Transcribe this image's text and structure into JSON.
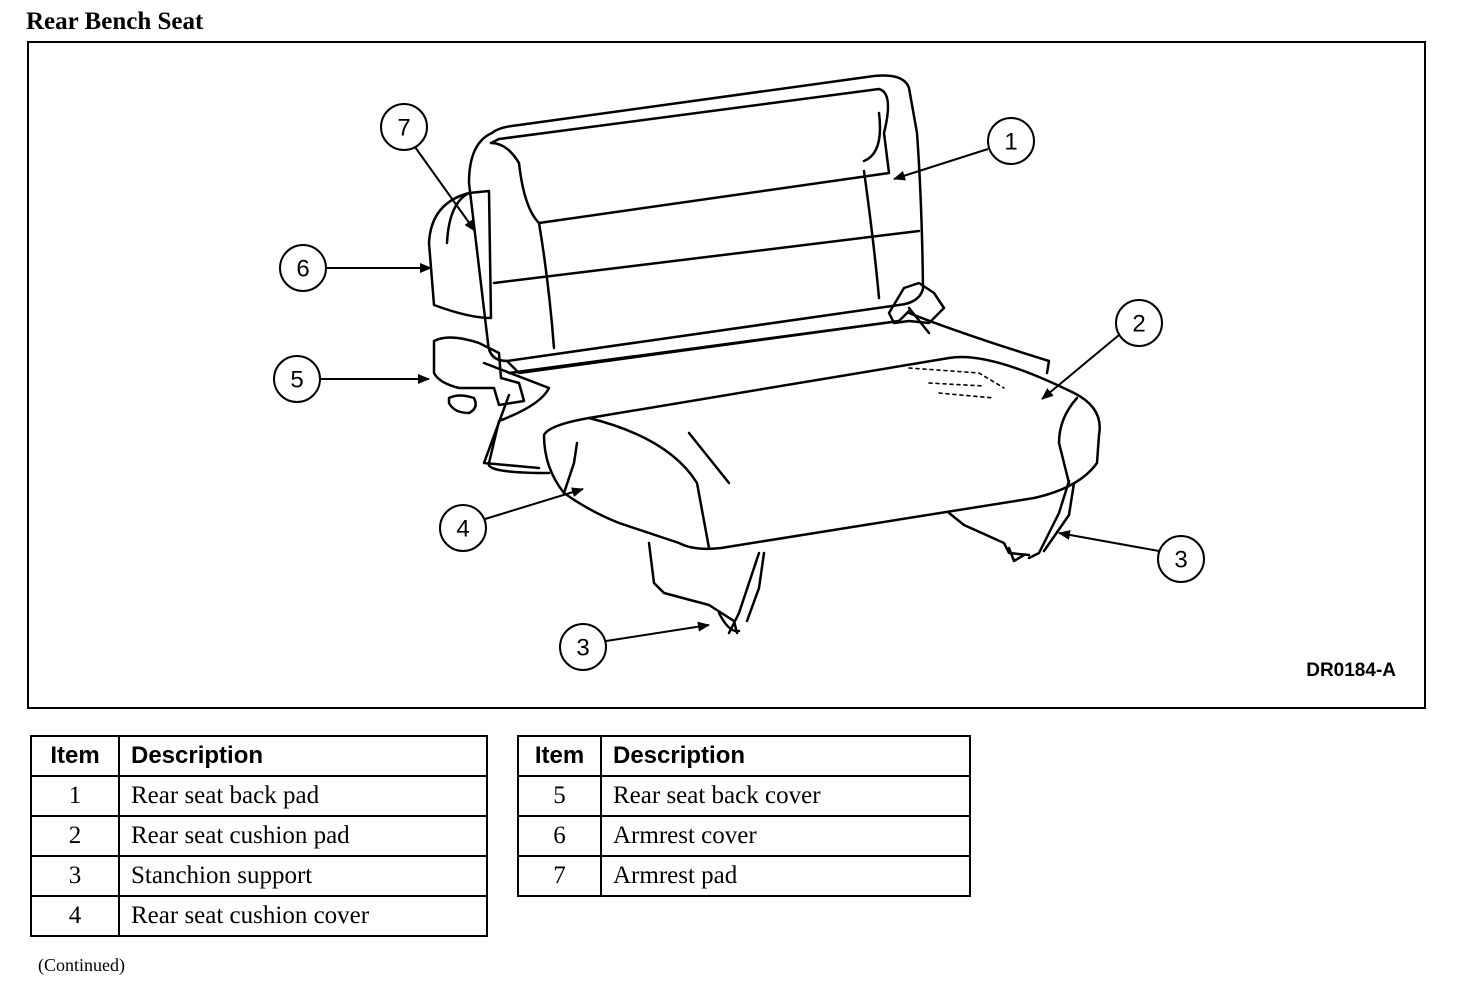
{
  "title": "Rear Bench Seat",
  "figure": {
    "code": "DR0184-A",
    "callouts": [
      "7",
      "6",
      "5",
      "1",
      "2",
      "4",
      "3",
      "3"
    ]
  },
  "legend_left": {
    "headers": [
      "Item",
      "Description"
    ],
    "rows": [
      {
        "item": "1",
        "description": "Rear seat back pad"
      },
      {
        "item": "2",
        "description": "Rear seat cushion pad"
      },
      {
        "item": "3",
        "description": "Stanchion support"
      },
      {
        "item": "4",
        "description": "Rear seat cushion cover"
      }
    ]
  },
  "legend_right": {
    "headers": [
      "Item",
      "Description"
    ],
    "rows": [
      {
        "item": "5",
        "description": "Rear seat back cover"
      },
      {
        "item": "6",
        "description": "Armrest cover"
      },
      {
        "item": "7",
        "description": "Armrest pad"
      }
    ]
  },
  "footnote": "(Continued)"
}
